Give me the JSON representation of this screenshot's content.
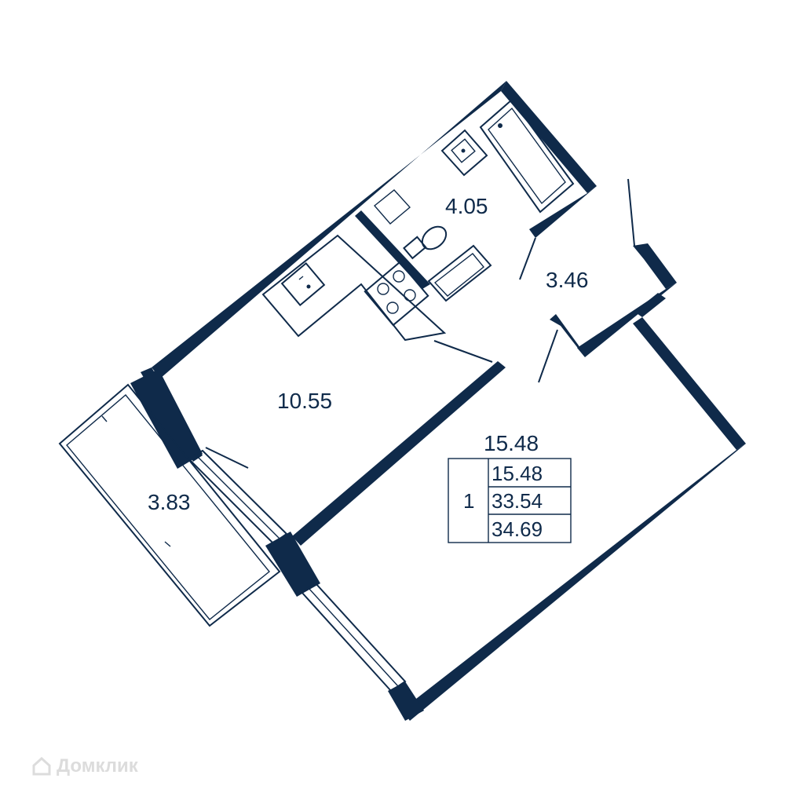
{
  "rooms": {
    "living_room": "15.48",
    "kitchen": "10.55",
    "bathroom": "4.05",
    "hallway": "3.46",
    "balcony": "3.83"
  },
  "summary": {
    "rooms_count": "1",
    "living_area": "15.48",
    "total_area": "33.54",
    "total_with_balcony": "34.69"
  },
  "watermark": "Домклик",
  "colors": {
    "walls": "#0f2a4a",
    "background": "#ffffff",
    "watermark": "#dcdcdc"
  }
}
